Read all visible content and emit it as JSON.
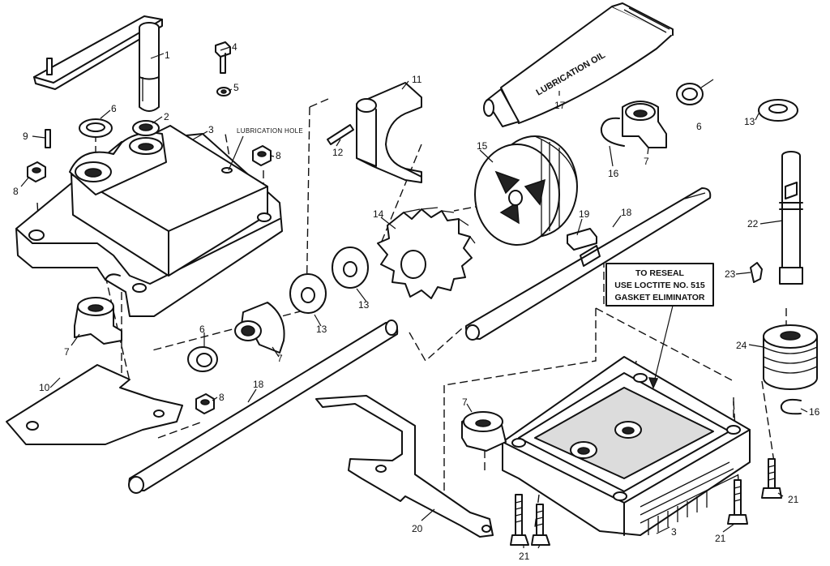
{
  "callouts": [
    {
      "id": "1",
      "text": "1"
    },
    {
      "id": "2",
      "text": "2"
    },
    {
      "id": "3a",
      "text": "3"
    },
    {
      "id": "3b",
      "text": "3"
    },
    {
      "id": "4",
      "text": "4"
    },
    {
      "id": "5",
      "text": "5"
    },
    {
      "id": "6a",
      "text": "6"
    },
    {
      "id": "6b",
      "text": "6"
    },
    {
      "id": "6c",
      "text": "6"
    },
    {
      "id": "7a",
      "text": "7"
    },
    {
      "id": "7b",
      "text": "7"
    },
    {
      "id": "7c",
      "text": "7"
    },
    {
      "id": "7d",
      "text": "7"
    },
    {
      "id": "8a",
      "text": "8"
    },
    {
      "id": "8b",
      "text": "8"
    },
    {
      "id": "8c",
      "text": "8"
    },
    {
      "id": "9",
      "text": "9"
    },
    {
      "id": "10",
      "text": "10"
    },
    {
      "id": "11",
      "text": "11"
    },
    {
      "id": "12",
      "text": "12"
    },
    {
      "id": "13a",
      "text": "13"
    },
    {
      "id": "13b",
      "text": "13"
    },
    {
      "id": "13c",
      "text": "13"
    },
    {
      "id": "14",
      "text": "14"
    },
    {
      "id": "15",
      "text": "15"
    },
    {
      "id": "16a",
      "text": "16"
    },
    {
      "id": "16b",
      "text": "16"
    },
    {
      "id": "17",
      "text": "17"
    },
    {
      "id": "18a",
      "text": "18"
    },
    {
      "id": "18b",
      "text": "18"
    },
    {
      "id": "19",
      "text": "19"
    },
    {
      "id": "20",
      "text": "20"
    },
    {
      "id": "21a",
      "text": "21"
    },
    {
      "id": "21b",
      "text": "21"
    },
    {
      "id": "21c",
      "text": "21"
    },
    {
      "id": "22",
      "text": "22"
    },
    {
      "id": "23",
      "text": "23"
    },
    {
      "id": "24",
      "text": "24"
    }
  ],
  "annotations": {
    "lubrication_hole": "LUBRICATION HOLE",
    "tube_label": "LUBRICATION OIL",
    "reseal_note": [
      "TO RESEAL",
      "USE LOCTITE NO. 515",
      "GASKET ELIMINATOR"
    ]
  }
}
